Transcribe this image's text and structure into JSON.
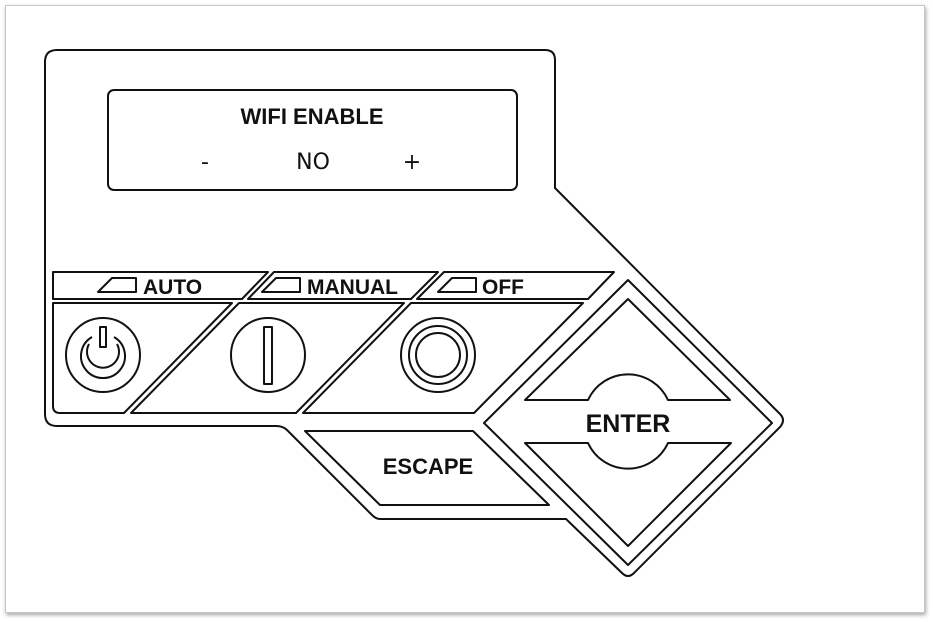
{
  "display": {
    "title": "WIFI ENABLE",
    "minus": "-",
    "value": "NO",
    "plus": "+"
  },
  "modes": [
    {
      "label": "AUTO",
      "icon": "power-icon"
    },
    {
      "label": "MANUAL",
      "icon": "manual-bar-icon"
    },
    {
      "label": "OFF",
      "icon": "off-ring-icon"
    }
  ],
  "buttons": {
    "escape": "ESCAPE",
    "enter": "ENTER"
  },
  "colors": {
    "line": "#111111",
    "background": "#ffffff"
  }
}
